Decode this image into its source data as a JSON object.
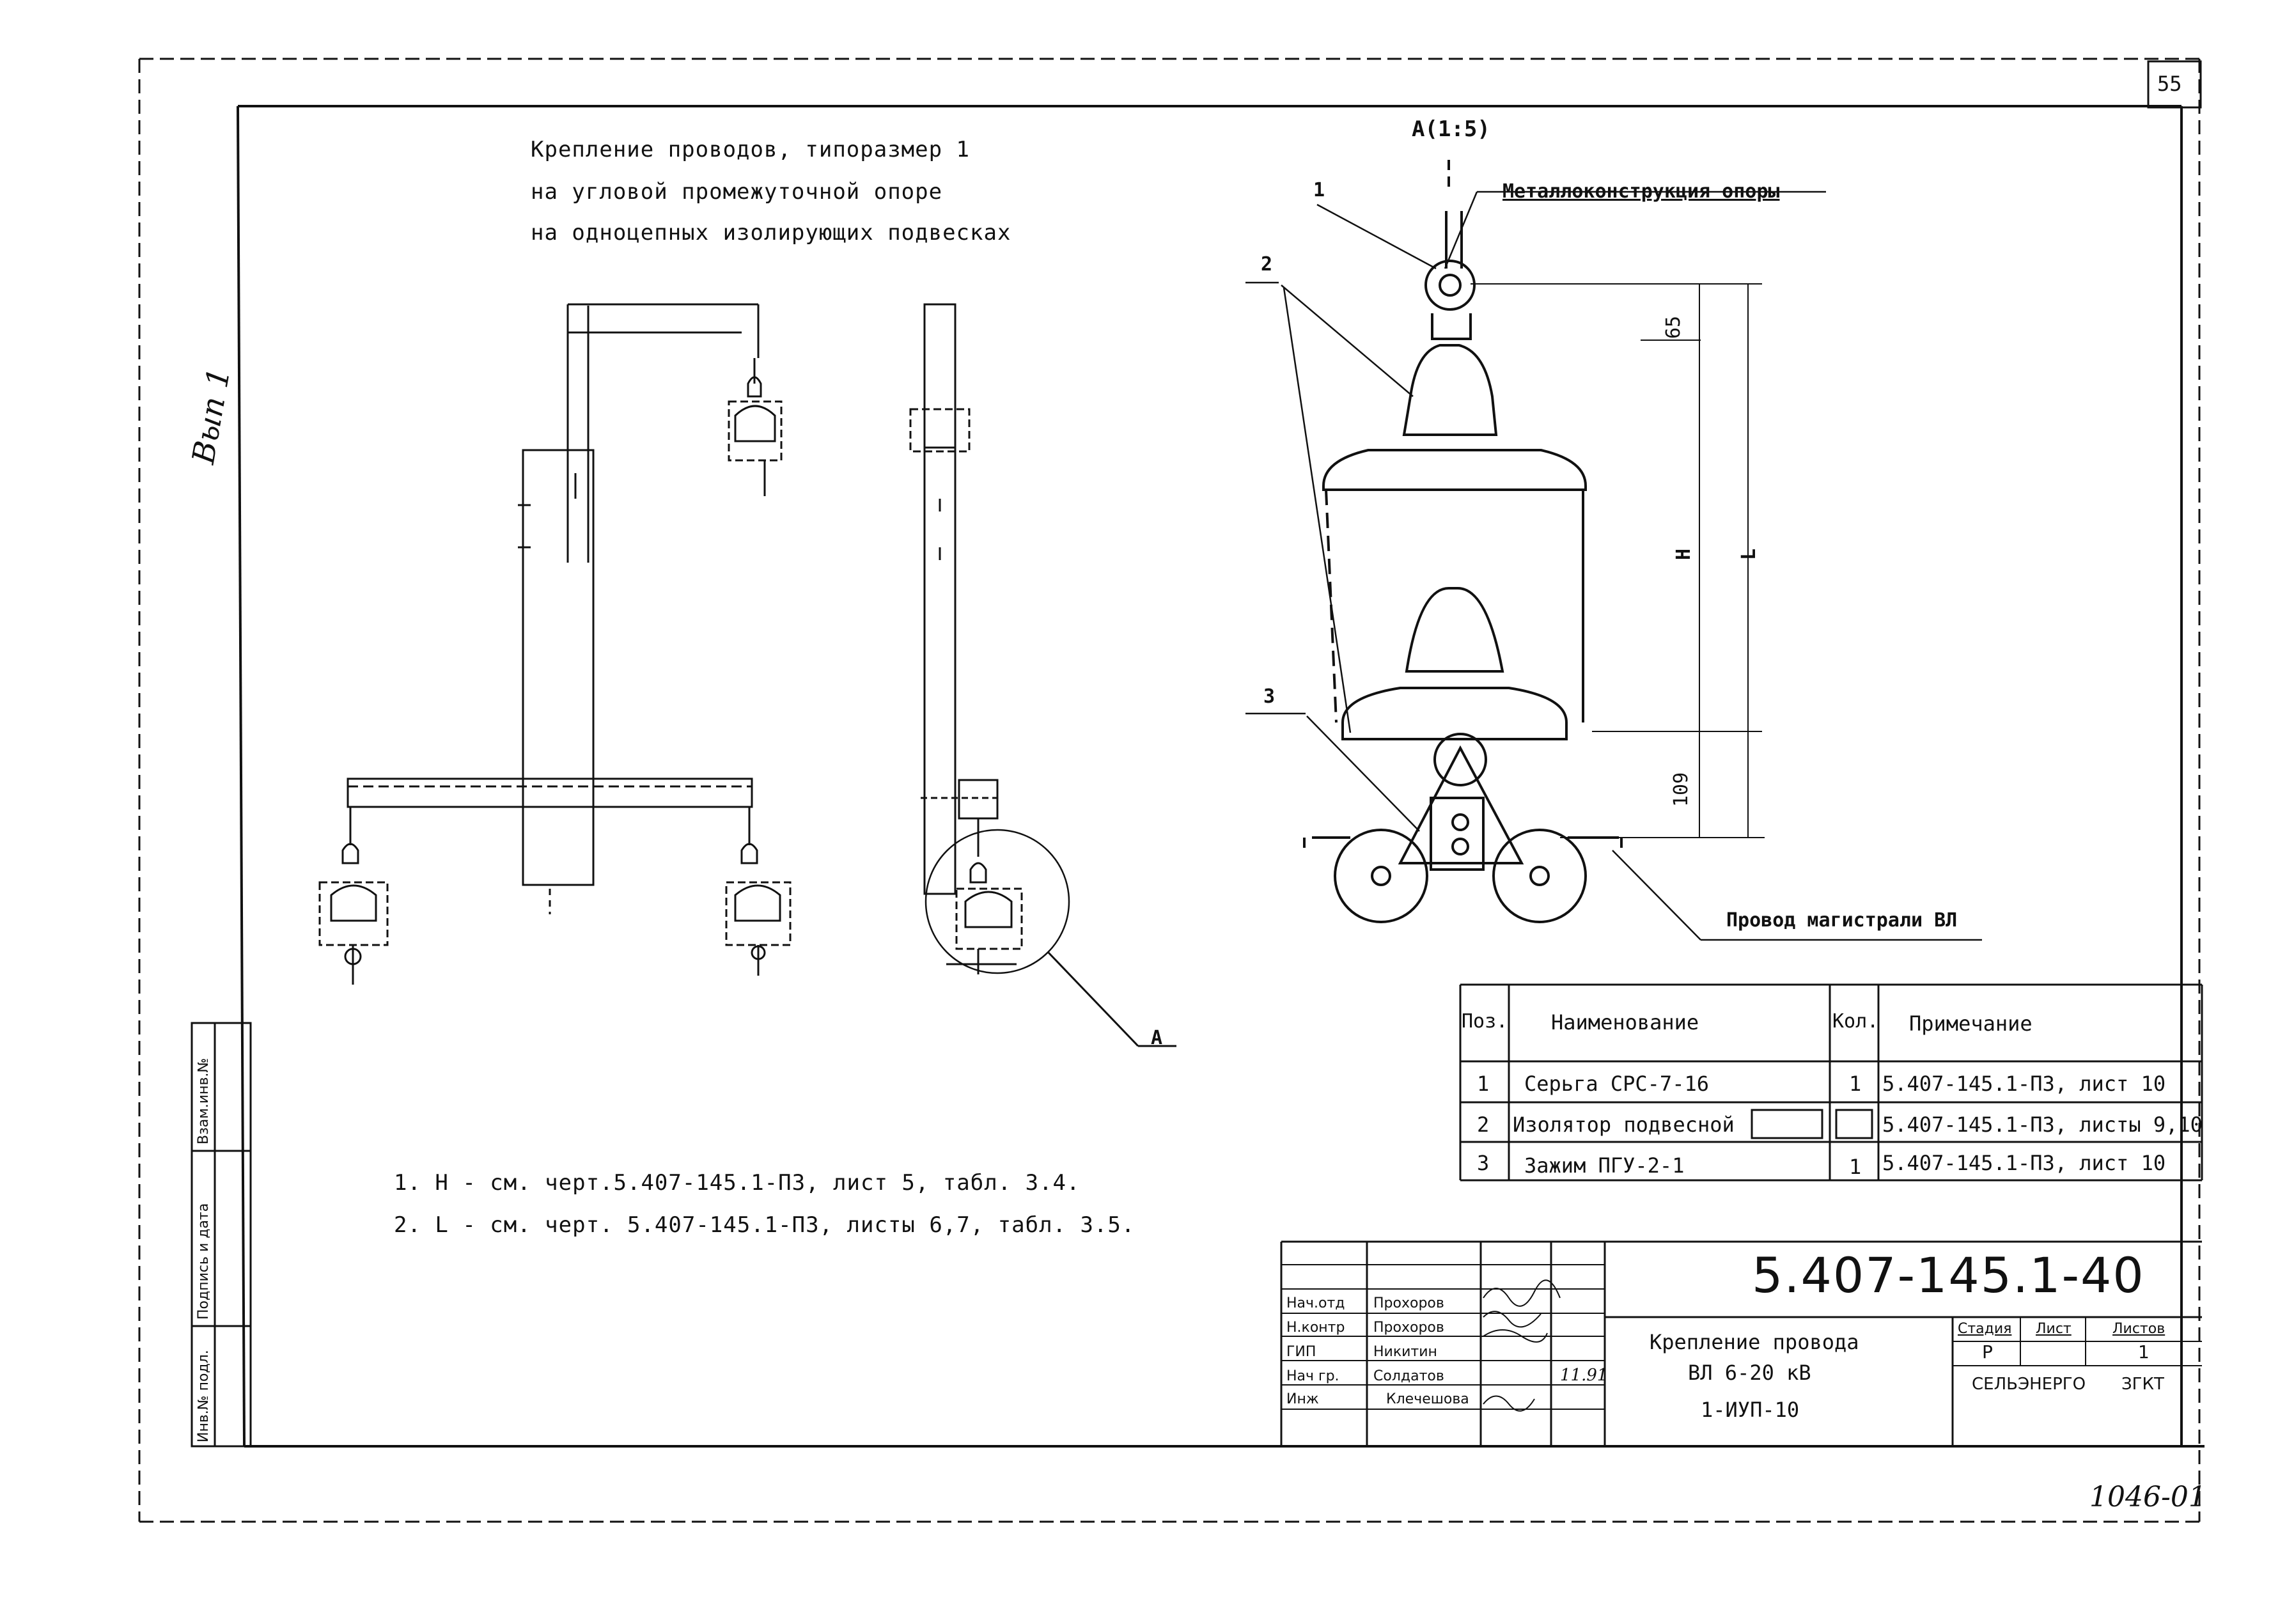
{
  "sheet_number": "55",
  "title_lines": [
    "Крепление проводов, типоразмер 1",
    "на угловой промежуточной опоре",
    "на одноцепных изолирующих подвесках"
  ],
  "detail_view": {
    "view_label": "А(1:5)",
    "callout_letter": "А",
    "callouts": [
      "1",
      "2",
      "3"
    ],
    "structure_label": "Металлоконструкция опоры",
    "wire_label": "Провод магистрали ВЛ",
    "dim_65": "65",
    "dim_H": "H",
    "dim_L": "L",
    "dim_109": "109"
  },
  "spec_table": {
    "headers": [
      "Поз.",
      "Наименование",
      "Кол.",
      "Примечание"
    ],
    "rows": [
      {
        "pos": "1",
        "name": "Серьга СРС-7-16",
        "qty": "1",
        "note": "5.407-145.1-ПЗ, лист 10"
      },
      {
        "pos": "2",
        "name": "Изолятор подвесной",
        "qty": "",
        "note": "5.407-145.1-ПЗ, листы 9,10"
      },
      {
        "pos": "3",
        "name": "Зажим ПГУ-2-1",
        "qty": "1",
        "note": "5.407-145.1-ПЗ, лист 10"
      }
    ]
  },
  "notes": [
    "1. H - см. черт.5.407-145.1-ПЗ, лист 5, табл. 3.4.",
    "2. L - см. черт. 5.407-145.1-ПЗ, листы 6,7, табл. 3.5."
  ],
  "title_block": {
    "drawing_code": "5.407-145.1-40",
    "staff": [
      {
        "role": "Нач.отд",
        "name": "Прохоров",
        "date": ""
      },
      {
        "role": "Н.контр",
        "name": "Прохоров",
        "date": ""
      },
      {
        "role": "ГИП",
        "name": "Никитин",
        "date": ""
      },
      {
        "role": "Нач гр.",
        "name": "Солдатов",
        "date": "11.91"
      },
      {
        "role": "Инж",
        "name": "Клечешова",
        "date": ""
      }
    ],
    "description_lines": [
      "Крепление провода",
      "ВЛ 6-20 кВ",
      "1-ИУП-10"
    ],
    "stage_label": "Стадия",
    "sheet_label": "Лист",
    "sheets_label": "Листов",
    "stage": "Р",
    "sheets": "1",
    "organization": "СЕЛЬЭНЕРГО",
    "organization_city": "ЗГКТ"
  },
  "side_stamp": [
    "Инв.№ подл.",
    "Подпись и дата",
    "Взам.инв.№"
  ],
  "handwritten": {
    "margin_note": "Вып 1",
    "archive_number": "1046-01"
  }
}
